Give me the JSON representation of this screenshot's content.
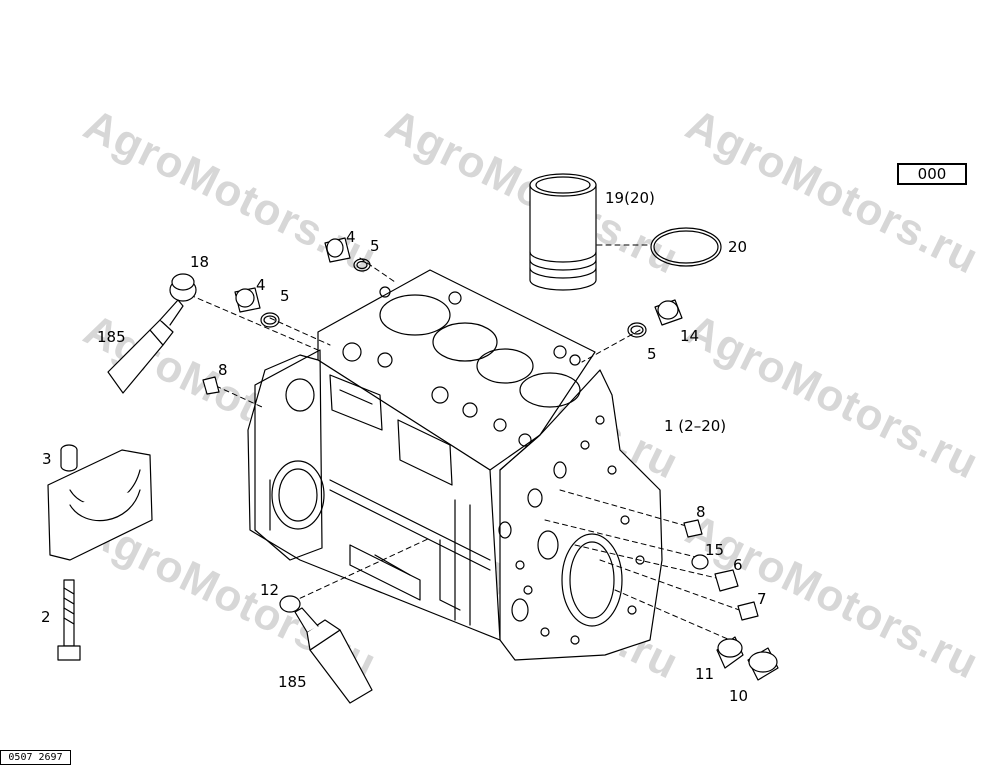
{
  "watermark": "AgroMotors.ru",
  "page_code": "000",
  "doc_code": "0507 2697",
  "callouts": {
    "c18": "18",
    "c4a": "4",
    "c5a": "5",
    "c4b": "4",
    "c5b": "5",
    "c185a": "185",
    "c8a": "8",
    "c3": "3",
    "c2": "2",
    "c12": "12",
    "c185b": "185",
    "c19": "19(20)",
    "c20": "20",
    "c5c": "5",
    "c14": "14",
    "c1": "1  (2–20)",
    "c8b": "8",
    "c15": "15",
    "c6": "6",
    "c7": "7",
    "c11": "11",
    "c10": "10"
  }
}
